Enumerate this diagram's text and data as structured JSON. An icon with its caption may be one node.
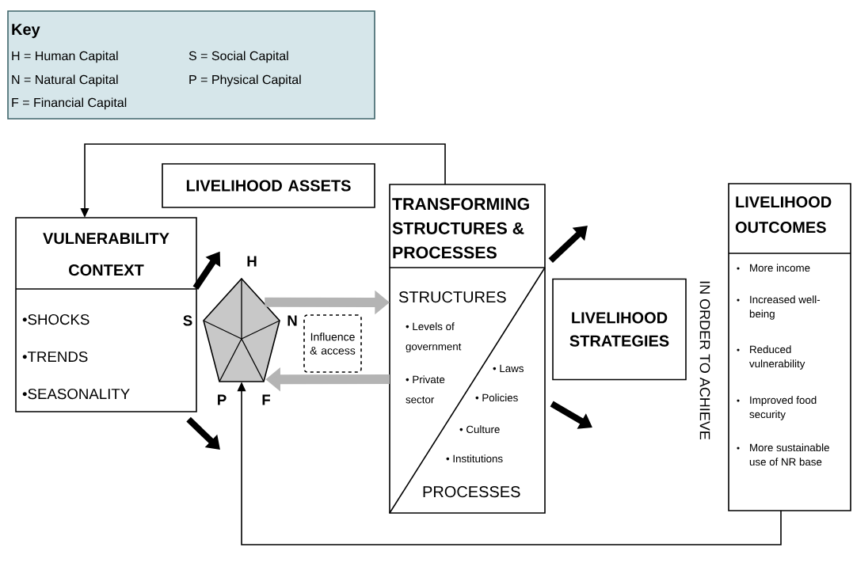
{
  "diagram": {
    "nodes": [
      {
        "text": [
          "Key",
          "H = Human Capital",
          "S = Social Capital",
          "N = Natural Capital",
          "P = Physical Capital",
          "F = Financial Capital"
        ]
      },
      {
        "text": [
          "VULNERABILITY CONTEXT",
          "•SHOCKS",
          "•TRENDS",
          "•SEASONALITY"
        ]
      },
      {
        "text": [
          "LIVELIHOOD ASSETS"
        ]
      },
      {
        "text": [],
        "shape": "pentagon",
        "beside": [
          "H",
          "N",
          "P",
          "F"
        ]
      },
      {
        "text": [
          "Influence & access"
        ]
      },
      {
        "text": [
          "TRANSFORMING STRUCTURES & PROCESSES",
          "STRUCTURES",
          "• Levels of government",
          "• Private sector",
          "• Laws",
          "• Policies",
          "• Culture",
          "• Institutions",
          "PROCESSES"
        ]
      },
      {
        "text": [
          "LIVELIHOOD STRATEGIES"
        ]
      },
      {
        "text": [
          "LIVELIHOOD OUTCOMES",
          "More income",
          "Increased well- being",
          "Reduced vulnerability",
          "Improved food security",
          "More sustainable use of NR base"
        ]
      }
    ],
    "edges": [
      {
        "from": 5,
        "to": 1,
        "arrow": "to"
      },
      {
        "from": 7,
        "to": 3,
        "arrow": "to"
      },
      {
        "from": 1,
        "to": 3,
        "arrow": "to"
      },
      {
        "from": 1,
        "to": null,
        "arrow": "to"
      },
      {
        "from": 3,
        "to": 5,
        "arrow": "to",
        "color": "#b4b4b4"
      },
      {
        "from": 5,
        "to": 3,
        "arrow": "to",
        "color": "#b4b4b4"
      },
      {
        "from": 5,
        "to": null,
        "arrow": "to"
      },
      {
        "from": 5,
        "to": null,
        "arrow": "to"
      }
    ],
    "labels": [
      "S",
      "IN ORDER TO ACHIEVE"
    ]
  }
}
